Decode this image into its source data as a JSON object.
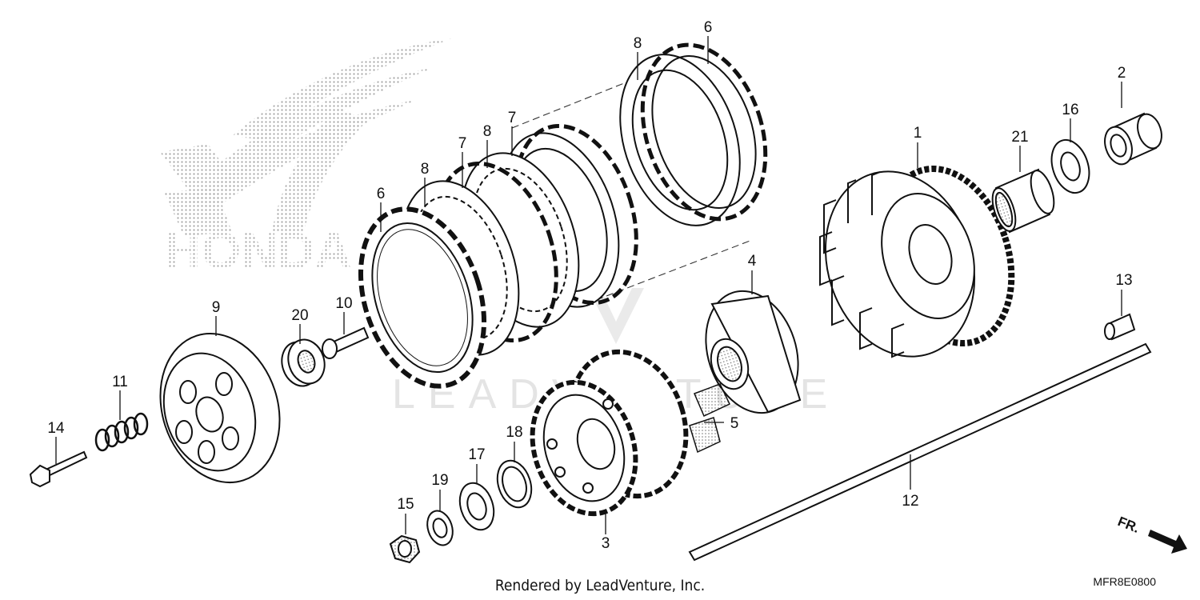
{
  "brand_logo": {
    "text": "HONDA"
  },
  "watermark": {
    "text": "LEADVENTURE"
  },
  "footer": {
    "rendered_by": "Rendered by LeadVenture, Inc."
  },
  "diagram_code": "MFR8E0800",
  "direction": {
    "label": "FR."
  },
  "callouts": {
    "p1": "1",
    "p2": "2",
    "p3": "3",
    "p4": "4",
    "p5": "5",
    "p6a": "6",
    "p6b": "6",
    "p7a": "7",
    "p7b": "7",
    "p8a": "8",
    "p8b": "8",
    "p8c": "8",
    "p9": "9",
    "p10": "10",
    "p11": "11",
    "p12": "12",
    "p13": "13",
    "p14": "14",
    "p15": "15",
    "p16": "16",
    "p17": "17",
    "p18": "18",
    "p19": "19",
    "p20": "20",
    "p21": "21"
  }
}
